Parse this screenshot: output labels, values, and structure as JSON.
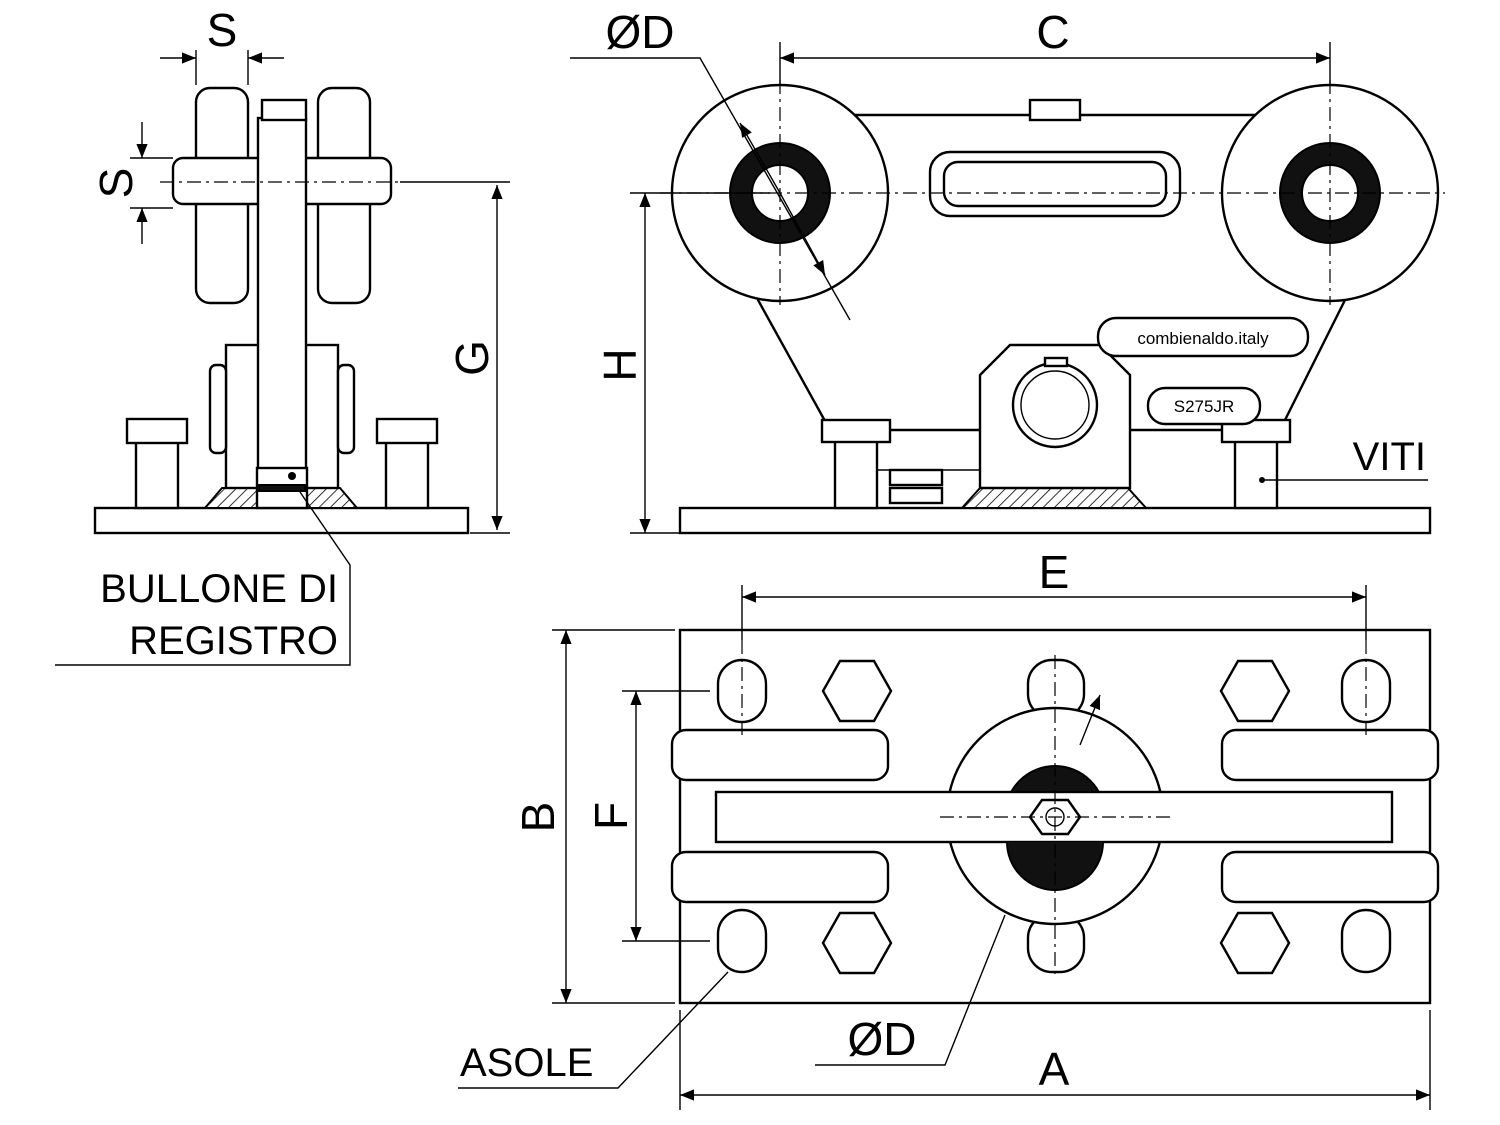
{
  "dimensions": {
    "s_top": "S",
    "s_side": "S",
    "g": "G",
    "d_top": "ØD",
    "c": "C",
    "h": "H",
    "e": "E",
    "b": "B",
    "f": "F",
    "d_bottom": "ØD",
    "a": "A"
  },
  "callouts": {
    "bullone_line1": "BULLONE DI",
    "bullone_line2": "REGISTRO",
    "viti": "VITI",
    "asole": "ASOLE"
  },
  "markings": {
    "brand": "combienaldo.italy",
    "model": "S275JR"
  }
}
